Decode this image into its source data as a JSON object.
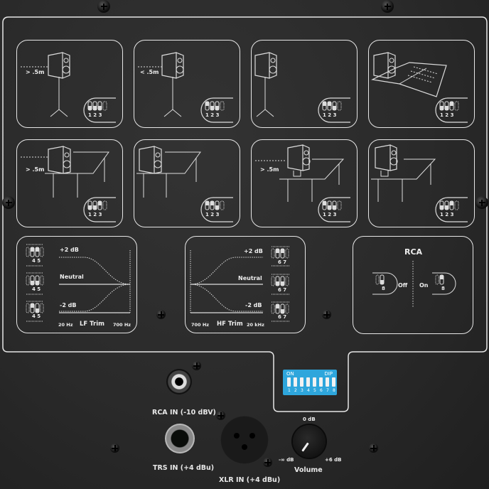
{
  "placement_tiles": [
    {
      "id": "stand-far",
      "distance_label": "> .5m",
      "dip_label": "1 2 3",
      "switches": [
        "down",
        "down",
        "down"
      ]
    },
    {
      "id": "stand-near",
      "distance_label": "< .5m",
      "dip_label": "1 2 3",
      "switches": [
        "up",
        "down",
        "down"
      ]
    },
    {
      "id": "stand-wall",
      "distance_label": "",
      "dip_label": "1 2 3",
      "switches": [
        "up",
        "up",
        "down"
      ]
    },
    {
      "id": "console",
      "distance_label": "",
      "dip_label": "1 2 3",
      "switches": [
        "down",
        "down",
        "up"
      ]
    },
    {
      "id": "desk-far",
      "distance_label": "> .5m",
      "dip_label": "1 2 3",
      "switches": [
        "down",
        "down",
        "up"
      ]
    },
    {
      "id": "desk-wall",
      "distance_label": "",
      "dip_label": "1 2 3",
      "switches": [
        "up",
        "up",
        "down"
      ]
    },
    {
      "id": "desk-stand-far",
      "distance_label": "> .5m",
      "dip_label": "1 2 3",
      "switches": [
        "up",
        "down",
        "down"
      ]
    },
    {
      "id": "desk-stand-wall",
      "distance_label": "",
      "dip_label": "1 2 3",
      "switches": [
        "down",
        "down",
        "up"
      ]
    }
  ],
  "lf_trim": {
    "title": "LF Trim",
    "freq_low": "20 Hz",
    "freq_high": "700 Hz",
    "levels": [
      {
        "label": "+2 dB",
        "dip": "4 5"
      },
      {
        "label": "Neutral",
        "dip": "4 5"
      },
      {
        "label": "-2 dB",
        "dip": "4 5"
      }
    ]
  },
  "hf_trim": {
    "title": "HF Trim",
    "freq_low": "700 Hz",
    "freq_high": "20 kHz",
    "levels": [
      {
        "label": "+2 dB",
        "dip": "6 7"
      },
      {
        "label": "Neutral",
        "dip": "6 7"
      },
      {
        "label": "-2 dB",
        "dip": "6 7"
      }
    ]
  },
  "rca_panel": {
    "title": "RCA",
    "off_label": "Off",
    "on_label": "On",
    "dip": "8"
  },
  "dip_bank": {
    "on_label": "ON",
    "dip_label": "DIP",
    "numbers": [
      "1",
      "2",
      "3",
      "4",
      "5",
      "6",
      "7",
      "8"
    ]
  },
  "connectors": {
    "rca_in": "RCA IN (-10 dBV)",
    "trs_in": "TRS IN (+4 dBu)",
    "xlr_in": "XLR IN (+4 dBu)"
  },
  "volume": {
    "label": "Volume",
    "min": "-∞ dB",
    "mid": "0 dB",
    "max": "+6 dB"
  },
  "colors": {
    "panel": "#2a2a2a",
    "line": "#e6e6e6",
    "dip_blue": "#2ea6dc"
  }
}
